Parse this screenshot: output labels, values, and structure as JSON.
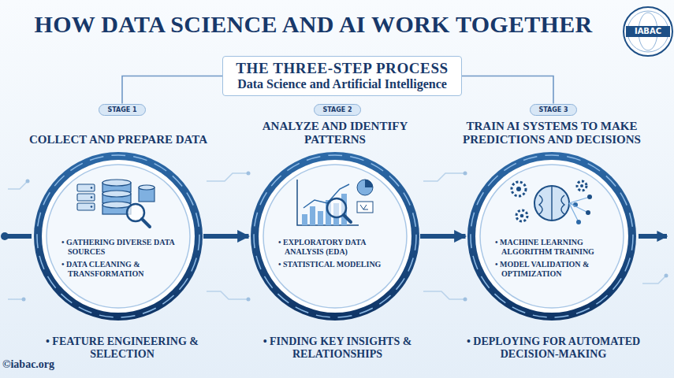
{
  "diagram": {
    "title": "HOW DATA SCIENCE AND AI WORK TOGETHER",
    "nodes": [
      {
        "text": [
          "THE THREE-STEP PROCESS",
          "Data Science and Artificial Intelligence"
        ]
      },
      {
        "text": [
          "STAGE 1"
        ]
      },
      {
        "text": [
          "COLLECT AND PREPARE DATA",
          "• GATHERING DIVERSE DATA SOURCES",
          "• DATA CLEANING & TRANSFORMATION"
        ]
      },
      {
        "text": [
          "STAGE 2"
        ]
      },
      {
        "text": [
          "ANALYZE AND IDENTIFY PATTERNS",
          "• EXPLORATORY DATA ANALYSIS (EDA)",
          "• STATISTICAL MODELING"
        ]
      },
      {
        "text": [
          "STAGE 3"
        ]
      },
      {
        "text": [
          "TRAIN AI SYSTEMS TO MAKE PREDICTIONS AND DECISIONS",
          "• MACHINE LEARNING ALGORITHM TRAINING",
          "• MODEL VALIDATION & OPTIMIZATION"
        ]
      }
    ],
    "edges": [
      {
        "from": 0,
        "to": 1,
        "arrow": "none"
      },
      {
        "from": 0,
        "to": 5,
        "arrow": "none"
      },
      {
        "from": 2,
        "to": 4,
        "arrow": "to"
      },
      {
        "from": 4,
        "to": 6,
        "arrow": "to"
      }
    ],
    "labels": [
      "IABAC",
      "• FEATURE ENGINEERING & SELECTION",
      "• FINDING KEY INSIGHTS & RELATIONSHIPS",
      "• DEPLOYING FOR AUTOMATED DECISION-MAKING",
      "©iabac.org"
    ]
  }
}
